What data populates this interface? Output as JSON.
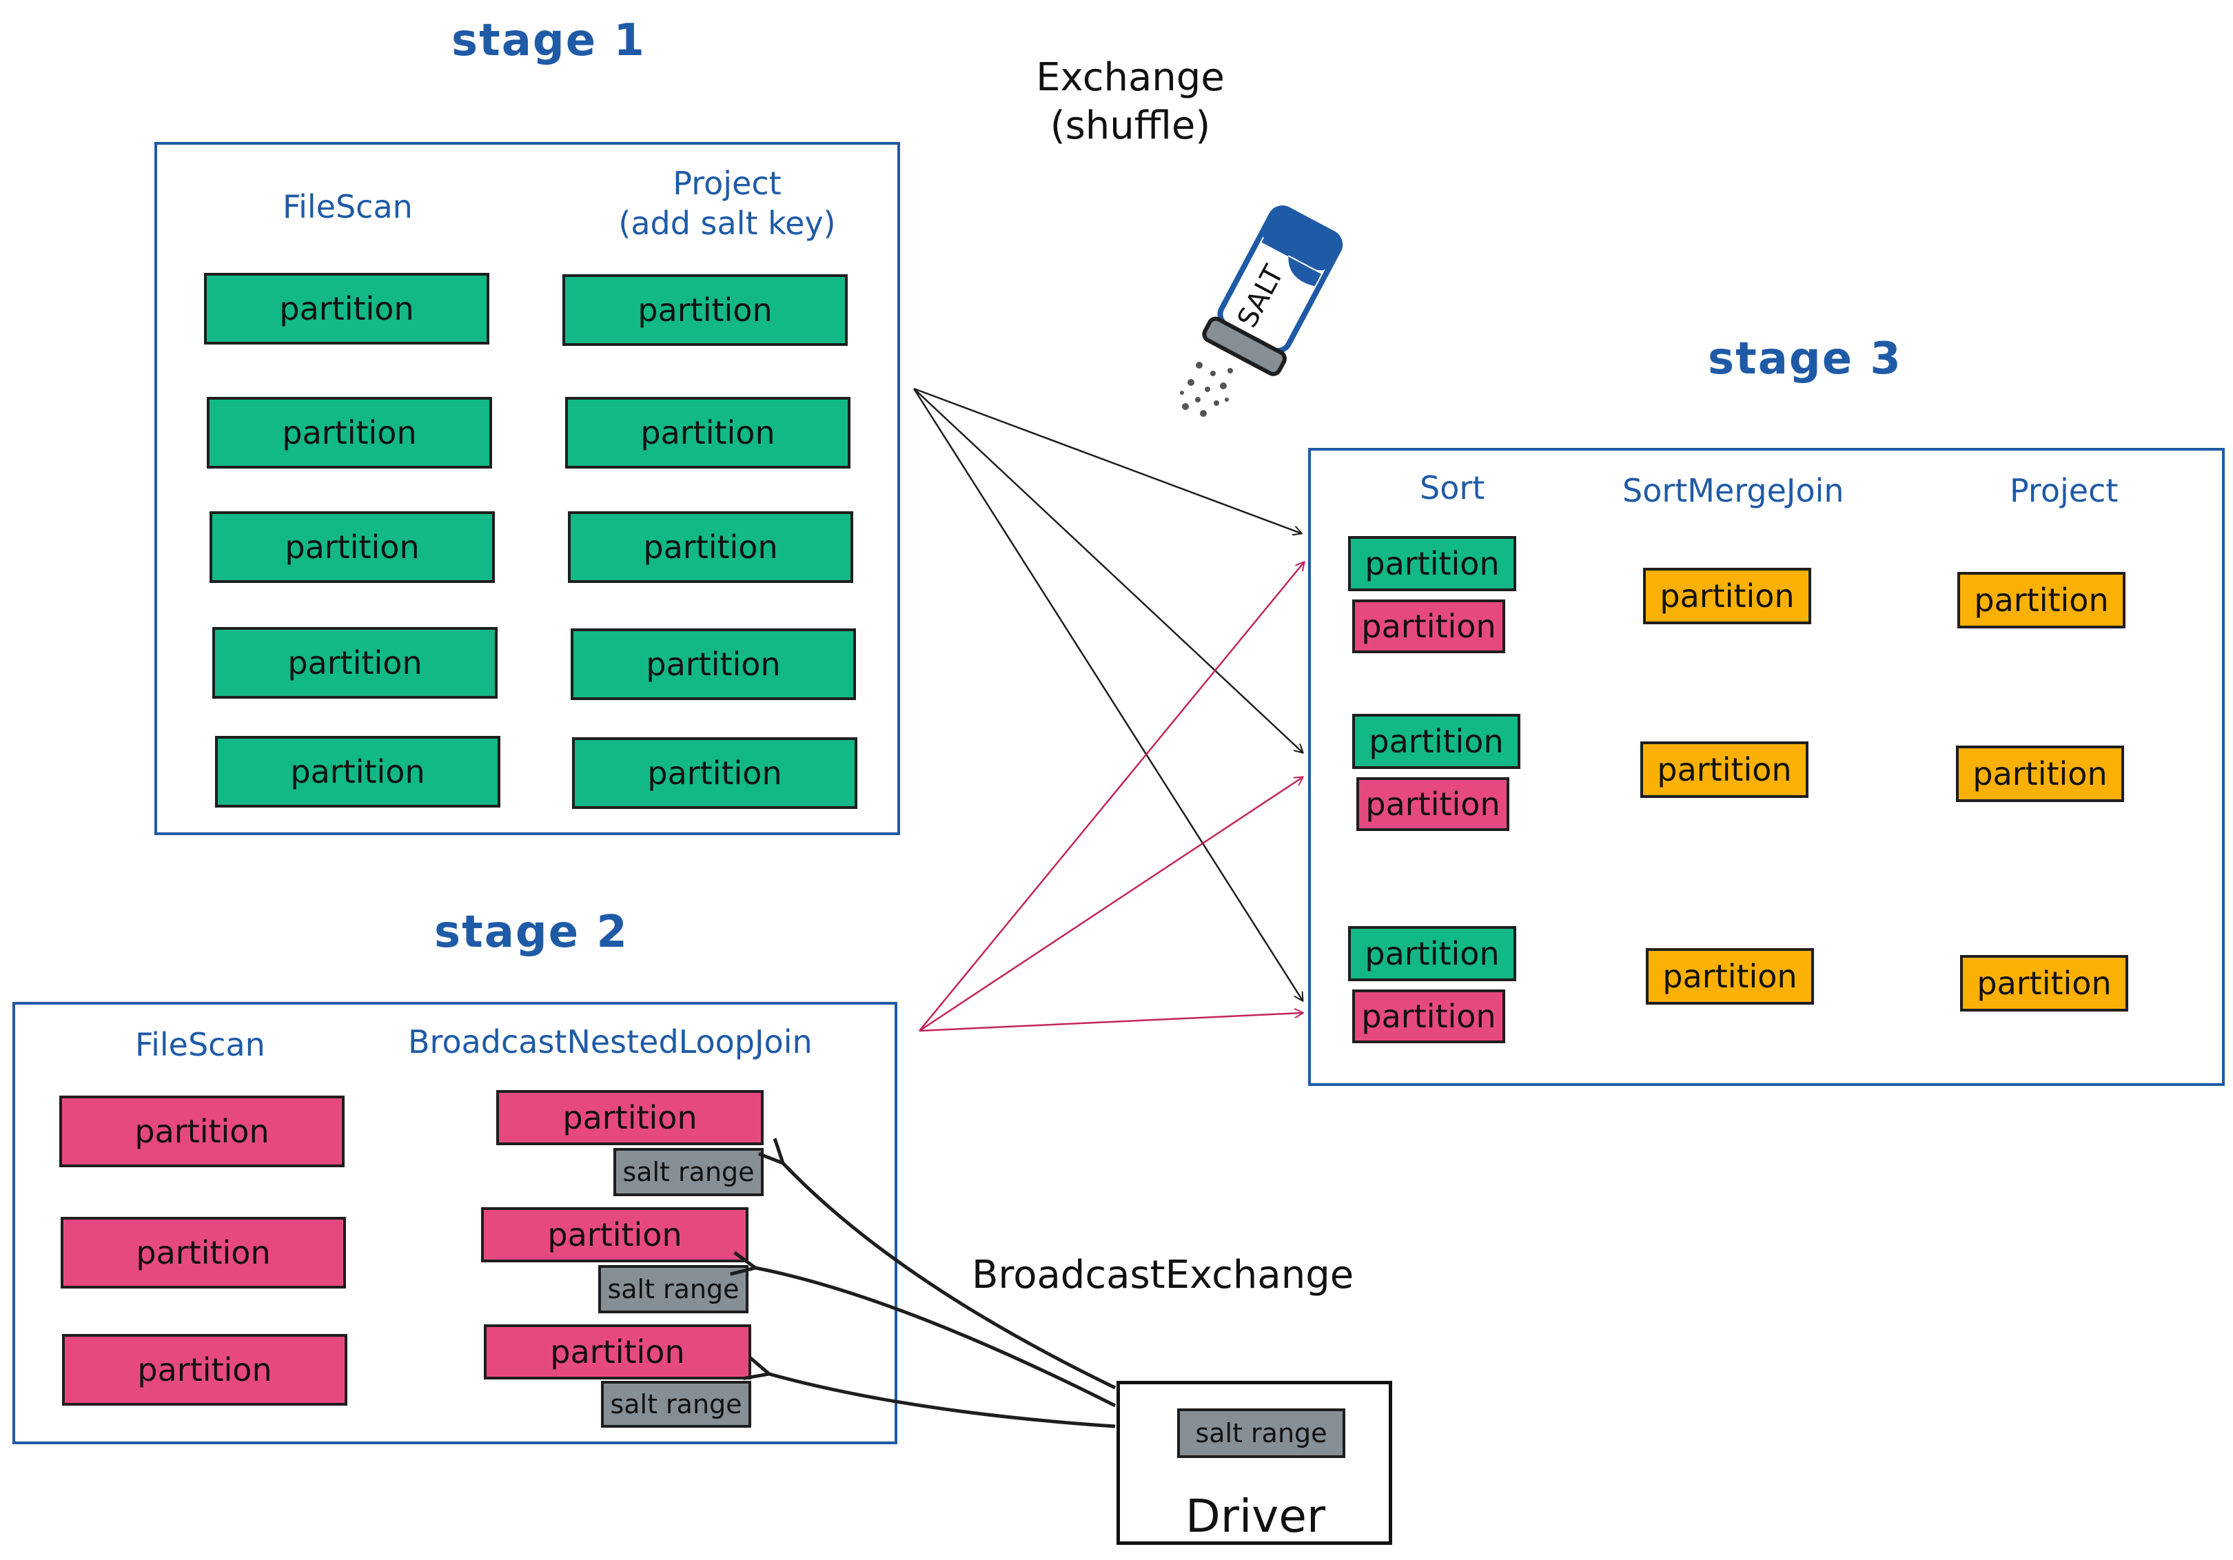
{
  "stage1": {
    "title": "stage 1",
    "filescan_label": "FileScan",
    "project_label_line1": "Project",
    "project_label_line2": "(add salt key)",
    "partition_label": "partition"
  },
  "exchange": {
    "label_line1": "Exchange",
    "label_line2": "(shuffle)",
    "salt_text": "SALT"
  },
  "stage2": {
    "title": "stage 2",
    "filescan_label": "FileScan",
    "join_label": "BroadcastNestedLoopJoin",
    "partition_label": "partition",
    "salt_range_label": "salt range"
  },
  "stage3": {
    "title": "stage 3",
    "sort_label": "Sort",
    "smj_label": "SortMergeJoin",
    "project_label": "Project",
    "partition_label": "partition"
  },
  "broadcast": {
    "label": "BroadcastExchange"
  },
  "driver": {
    "label": "Driver",
    "salt_range_label": "salt range"
  },
  "colors": {
    "stage_blue": "#1f5aa6",
    "green_partition": "#12b886",
    "pink_partition": "#e64980",
    "orange_partition": "#fab005",
    "salt_range_gray": "#868e96",
    "shuffle_arrow": "#1e1e1e",
    "pink_arrow": "#c2255c"
  }
}
